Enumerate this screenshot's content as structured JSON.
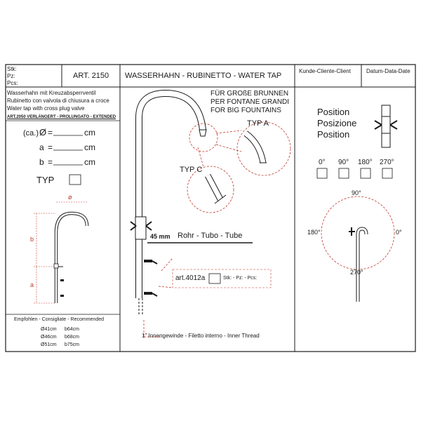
{
  "header": {
    "stk": "Stk:",
    "pz": "Pz:",
    "pcs": "Pcs:",
    "article": "ART. 2150",
    "title": "WASSERHAHN - RUBINETTO - WATER TAP",
    "client": "Kunde-Cliente-Client",
    "date": "Datum-Data-Date"
  },
  "description": {
    "de": "Wasserhahn mit Kreuzabsperrventil",
    "it": "Rubinetto con valvola di chiusura a croce",
    "en": "Water tap with cross plug valve",
    "extended": "ART.2050  VERLÄNGERT - PROLUNGATO - EXTENDED"
  },
  "dimensions": {
    "ca": "(ca.)",
    "diameter_symbol": "Ø",
    "a": "a",
    "b": "b",
    "eq": "=",
    "unit": "cm",
    "typ": "TYP"
  },
  "small_drawing": {
    "diameter": "ø",
    "b": "b",
    "a": "a"
  },
  "recommended": {
    "title": "Empfohlen - Consigliate - Recommended",
    "rows": [
      {
        "d": "Ø41cm",
        "b": "b64cm"
      },
      {
        "d": "Ø46cm",
        "b": "b68cm"
      },
      {
        "d": "Ø51cm",
        "b": "b75cm"
      }
    ]
  },
  "main": {
    "fountains": [
      "FÜR GROßE BRUNNEN",
      "PER FONTANE GRANDI",
      "FOR BIG FOUNTAINS"
    ],
    "typ_a": "TYP  A",
    "typ_c": "TYP  C",
    "tube_mm": "45 mm",
    "tube_label": "Rohr - Tubo - Tube",
    "art_code": "art.4012a",
    "art_qty": "Stk: - Pz: - Pcs:",
    "thread": "1\" Innengewinde - Filetto interno - Inner Thread"
  },
  "position": {
    "labels": [
      "Position",
      "Posizione",
      "Position"
    ],
    "angles": [
      "0°",
      "90°",
      "180°",
      "270°"
    ],
    "circle": {
      "top": "90°",
      "left": "180°",
      "right": "0°",
      "bottom": "270°"
    }
  },
  "colors": {
    "accent": "#c0392b",
    "line": "#1a1a1a"
  }
}
